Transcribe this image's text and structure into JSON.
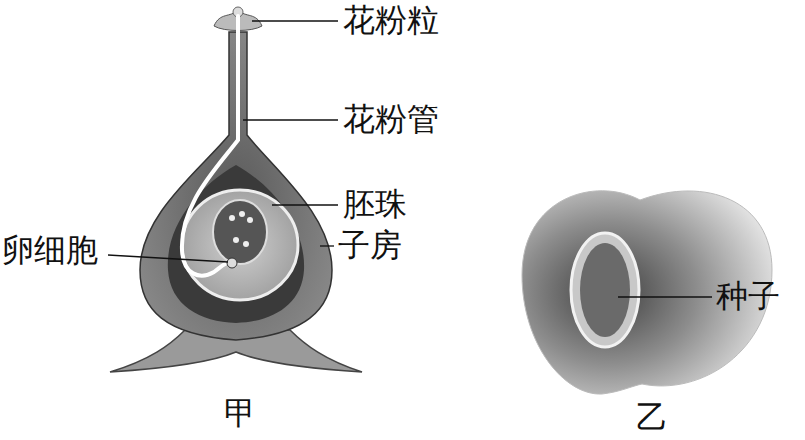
{
  "diagram": {
    "labels": [
      "花粉粒",
      "花粉管",
      "胚珠",
      "卵细胞",
      "子房",
      "种子",
      "甲",
      "乙"
    ]
  }
}
